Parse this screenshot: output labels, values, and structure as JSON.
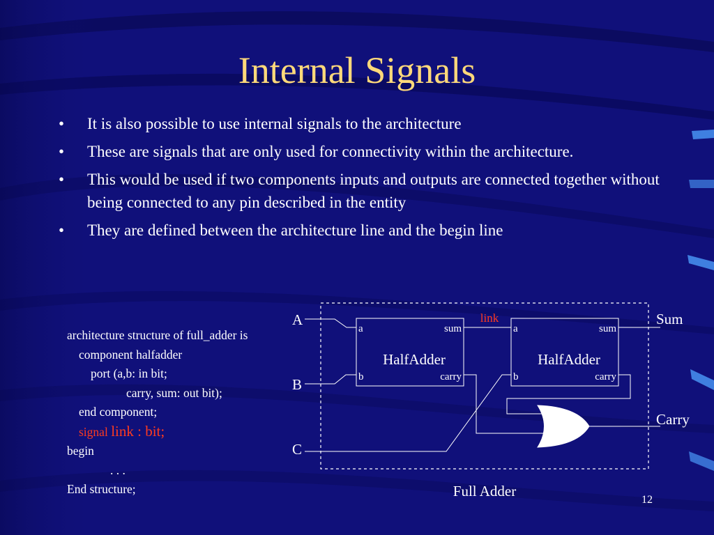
{
  "slide": {
    "title": "Internal Signals",
    "page_number": "12",
    "bullets": [
      "It is also possible to use internal signals to the architecture",
      "These are signals that are only used for connectivity within the architecture.",
      "This would be used if two components inputs and outputs are connected together without being connected to any pin described in the entity",
      "They are defined between the architecture line and the begin line"
    ],
    "bullet_glyph": "•"
  },
  "code": {
    "line1": "architecture structure of full_adder is",
    "line2": "component halfadder",
    "line3": "port (a,b: in bit;",
    "line4": "carry, sum: out bit);",
    "line5": "end component;",
    "line6_keyword": "signal",
    "line6_rest": "link : bit;",
    "line7": "begin",
    "line8": ". . .",
    "line9": "End structure;"
  },
  "diagram": {
    "inputs": {
      "a": "A",
      "b": "B",
      "c": "C"
    },
    "outputs": {
      "sum": "Sum",
      "carry": "Carry"
    },
    "link_label": "link",
    "caption": "Full Adder",
    "half_adder_1": {
      "name": "HalfAdder",
      "in_a": "a",
      "in_b": "b",
      "out_sum": "sum",
      "out_carry": "carry"
    },
    "half_adder_2": {
      "name": "HalfAdder",
      "in_a": "a",
      "in_b": "b",
      "out_sum": "sum",
      "out_carry": "carry"
    },
    "or_gate_icon": "or-gate-icon"
  },
  "colors": {
    "background": "#10107a",
    "title": "#ffd97a",
    "text": "#ffffff",
    "highlight": "#ff3b1f"
  }
}
